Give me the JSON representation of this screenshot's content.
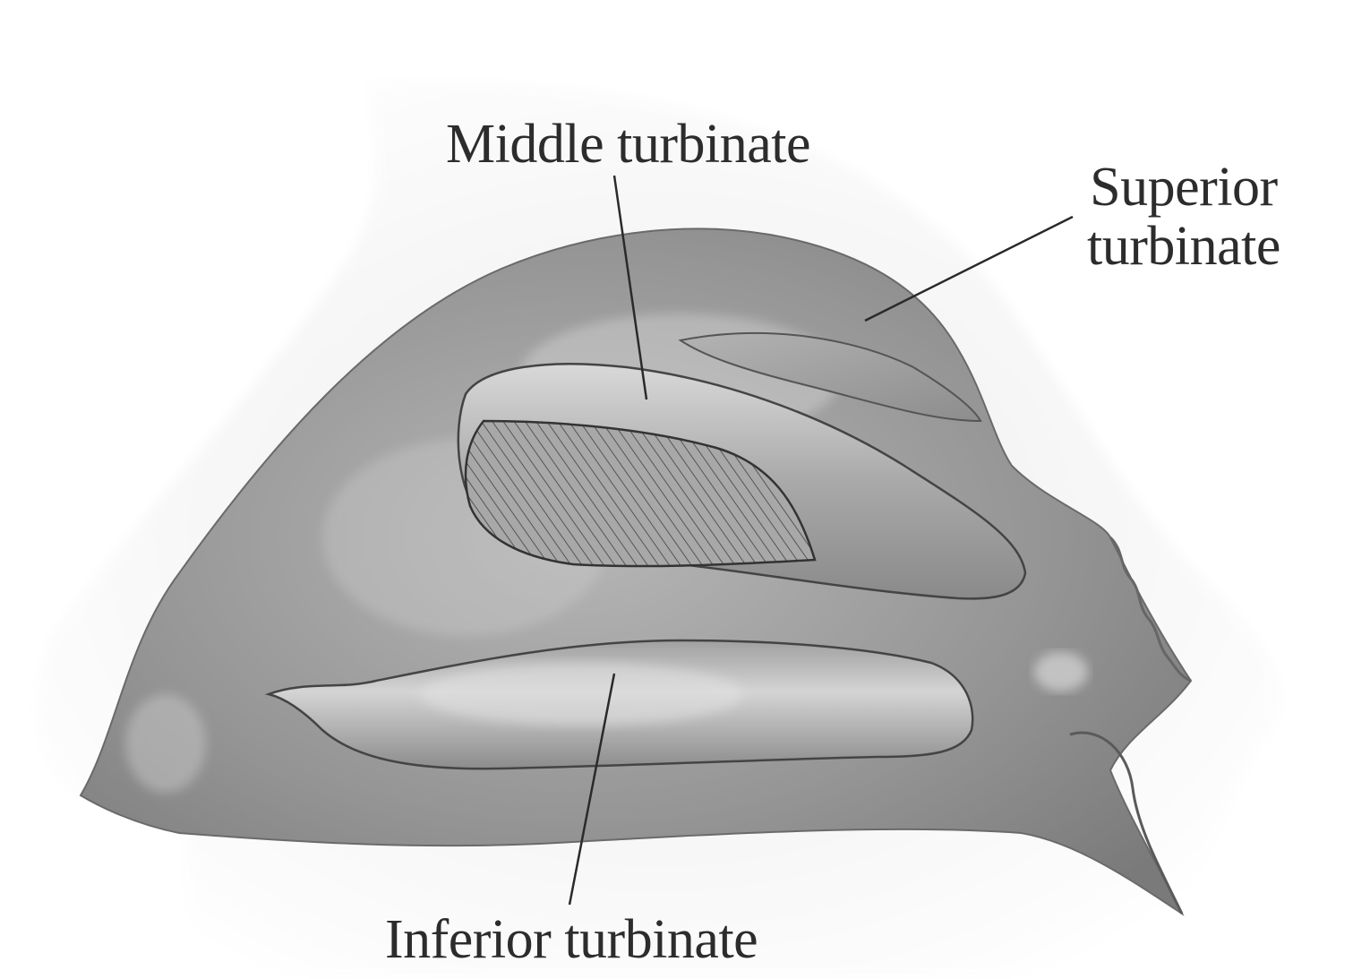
{
  "labels": {
    "middle_turbinate": "Middle turbinate",
    "superior_turbinate_line1": "Superior",
    "superior_turbinate_line2": "turbinate",
    "inferior_turbinate": "Inferior turbinate"
  },
  "colors": {
    "background": "#ffffff",
    "tissue_dark": "#6f6f6f",
    "tissue_mid": "#9b9b9b",
    "tissue_light": "#d2d2d2",
    "outline": "#3a3a3a",
    "label_text": "#2c2c2c"
  }
}
